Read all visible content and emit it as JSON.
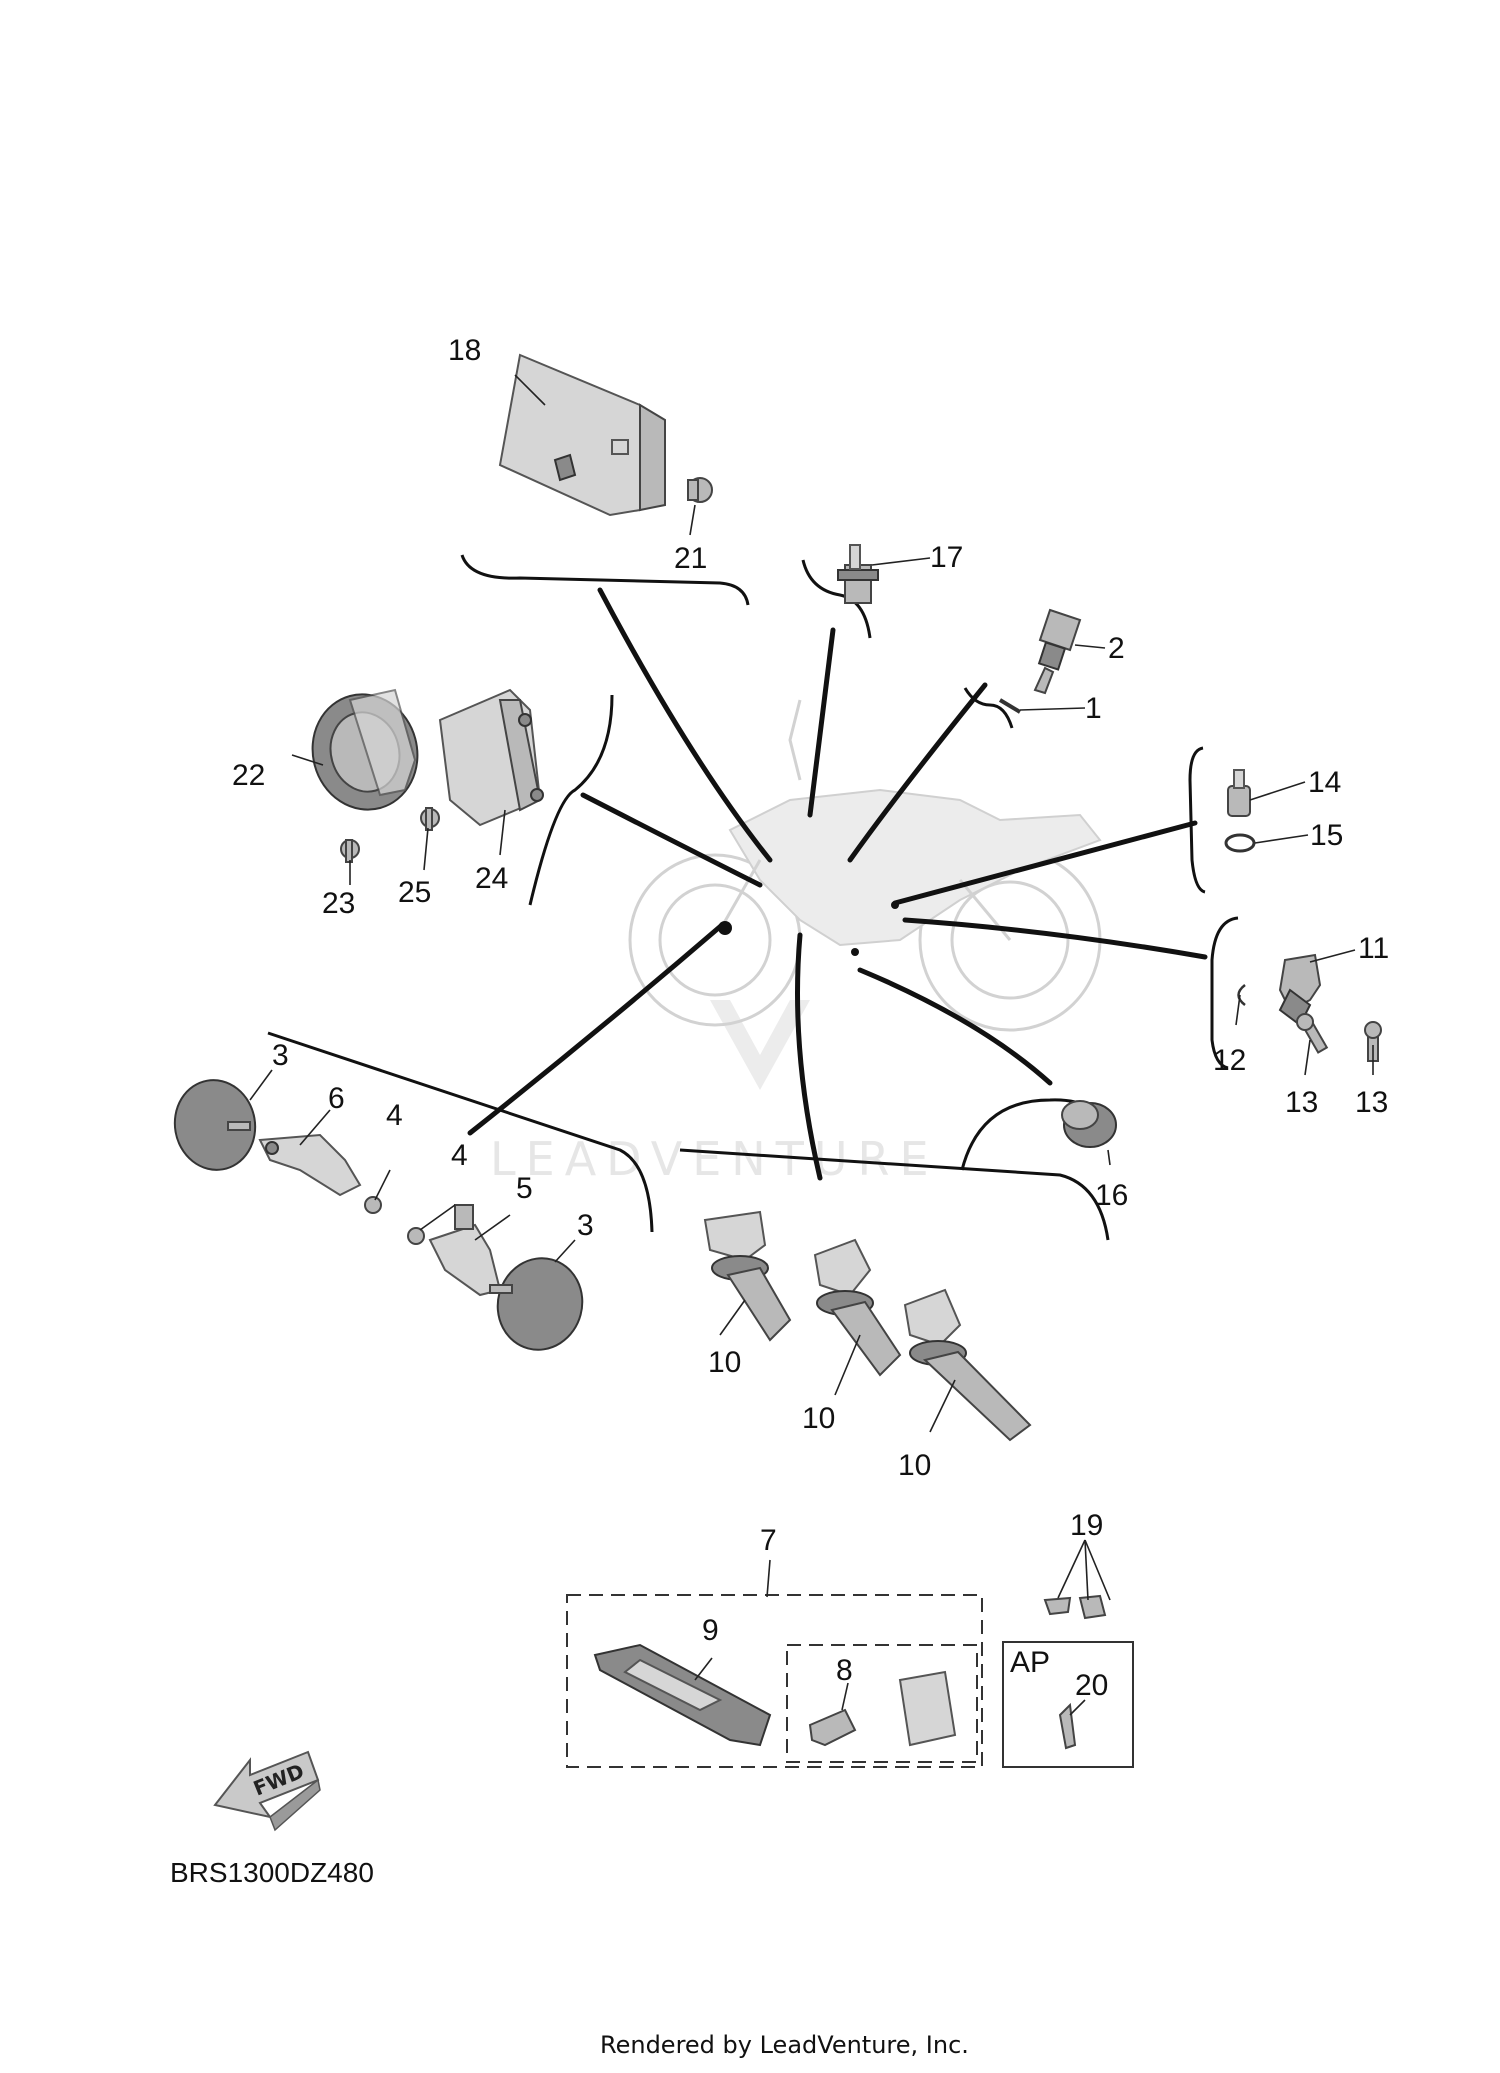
{
  "callouts": [
    {
      "id": "18",
      "label": "18"
    },
    {
      "id": "21",
      "label": "21"
    },
    {
      "id": "17",
      "label": "17"
    },
    {
      "id": "2",
      "label": "2"
    },
    {
      "id": "1",
      "label": "1"
    },
    {
      "id": "22",
      "label": "22"
    },
    {
      "id": "23",
      "label": "23"
    },
    {
      "id": "25",
      "label": "25"
    },
    {
      "id": "24",
      "label": "24"
    },
    {
      "id": "14",
      "label": "14"
    },
    {
      "id": "15",
      "label": "15"
    },
    {
      "id": "11",
      "label": "11"
    },
    {
      "id": "12",
      "label": "12"
    },
    {
      "id": "13a",
      "label": "13"
    },
    {
      "id": "13b",
      "label": "13"
    },
    {
      "id": "3a",
      "label": "3"
    },
    {
      "id": "6",
      "label": "6"
    },
    {
      "id": "4a",
      "label": "4"
    },
    {
      "id": "4b",
      "label": "4"
    },
    {
      "id": "5",
      "label": "5"
    },
    {
      "id": "3b",
      "label": "3"
    },
    {
      "id": "16",
      "label": "16"
    },
    {
      "id": "10a",
      "label": "10"
    },
    {
      "id": "10b",
      "label": "10"
    },
    {
      "id": "10c",
      "label": "10"
    },
    {
      "id": "7",
      "label": "7"
    },
    {
      "id": "9",
      "label": "9"
    },
    {
      "id": "8",
      "label": "8"
    },
    {
      "id": "19",
      "label": "19"
    },
    {
      "id": "20",
      "label": "20"
    }
  ],
  "ap_box_label": "AP",
  "fwd_label": "FWD",
  "diagram_code": "BRS1300DZ480",
  "watermark": "LEADVENTURE",
  "credit": "Rendered by LeadVenture, Inc."
}
